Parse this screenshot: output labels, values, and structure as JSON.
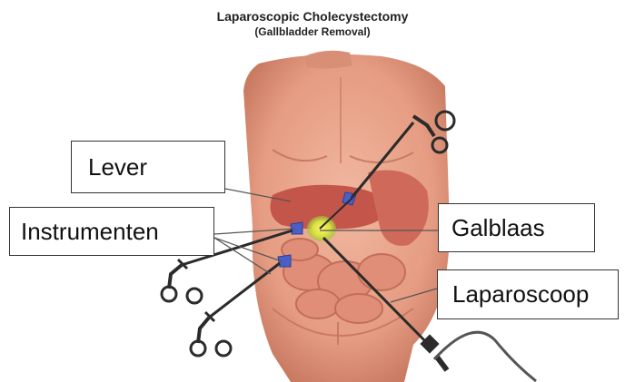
{
  "title": "Laparoscopic Cholecystectomy",
  "subtitle": "(Gallbladder Removal)",
  "labels": {
    "liver": "Lever",
    "instruments": "Instrumenten",
    "gallbladder": "Galblaas",
    "laparoscope": "Laparoscoop"
  },
  "colors": {
    "skin": "#e7a38b",
    "skin_shadow": "#cf8368",
    "liver": "#c4554a",
    "gallbladder": "#e9e23a",
    "instrument_tip": "#4a5fc7",
    "tool": "#2b2b2b"
  }
}
